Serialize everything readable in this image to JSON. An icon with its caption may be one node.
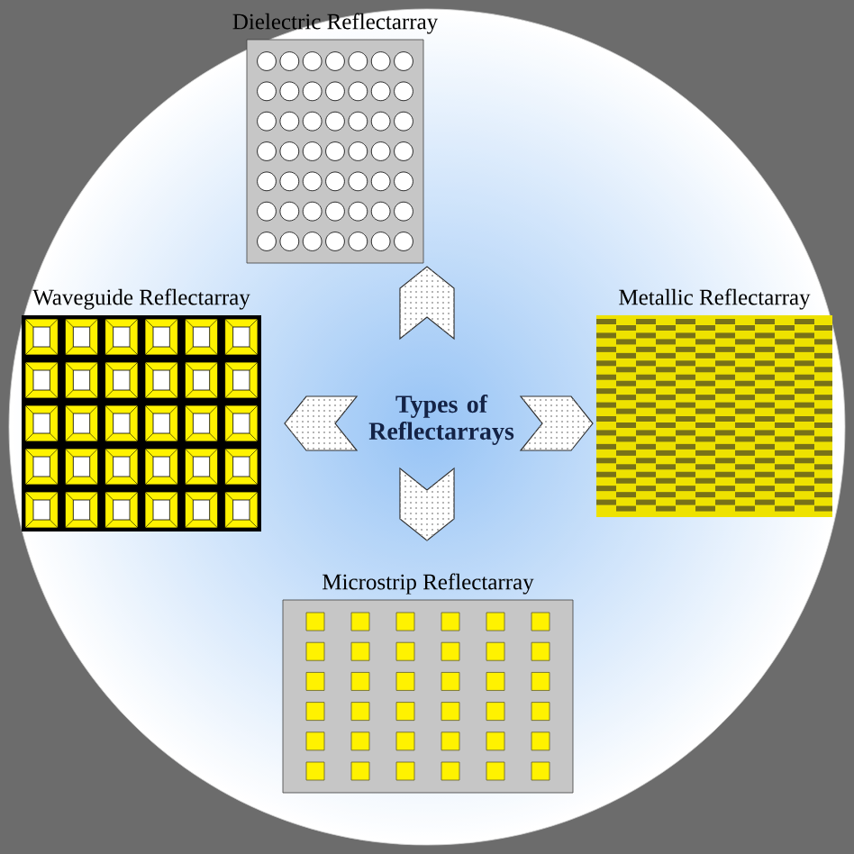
{
  "diagram": {
    "nodes": [
      {
        "text": [
          "Types of Reflectarrays"
        ]
      },
      {
        "text": [
          "Dielectric Reflectarray"
        ]
      },
      {
        "text": [
          "Metallic Reflectarray"
        ]
      },
      {
        "text": [
          "Waveguide Reflectarray"
        ]
      },
      {
        "text": [
          "Microstrip Reflectarray"
        ]
      }
    ],
    "edges": [
      {
        "from": 0,
        "to": 1,
        "arrow": "to"
      },
      {
        "from": 0,
        "to": 2,
        "arrow": "to"
      },
      {
        "from": 0,
        "to": 3,
        "arrow": "to"
      },
      {
        "from": 0,
        "to": 4,
        "arrow": "to"
      }
    ]
  }
}
